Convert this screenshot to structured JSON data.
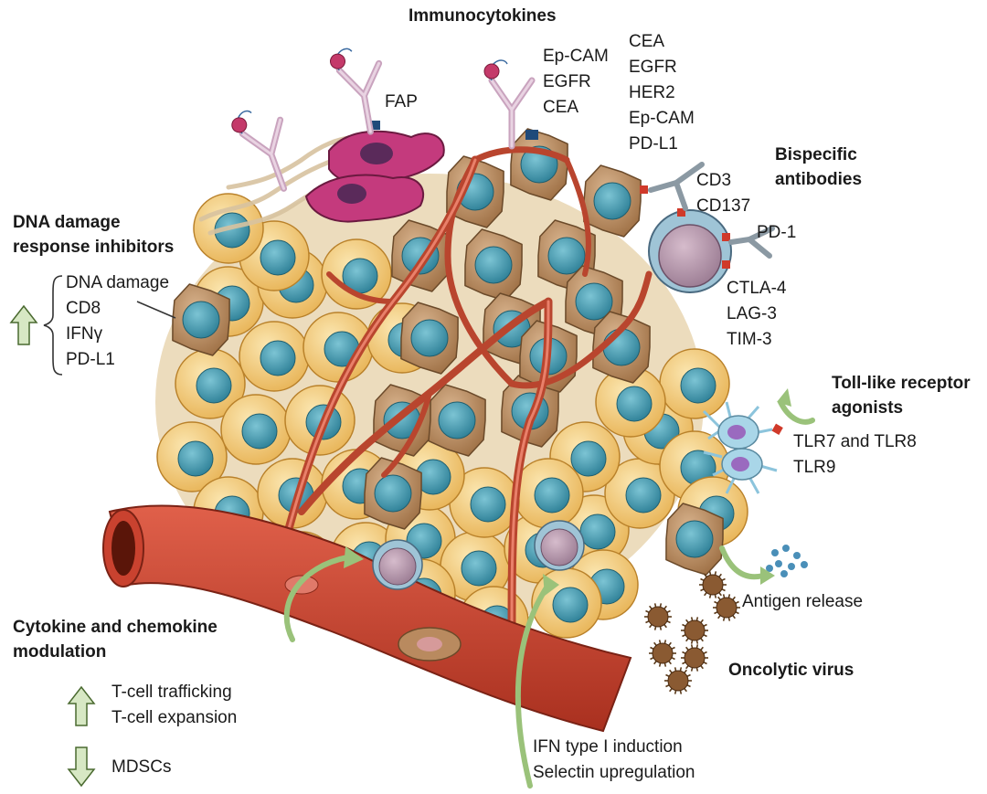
{
  "headings": {
    "immunocytokines": "Immunocytokines",
    "bispecific_line1": "Bispecific",
    "bispecific_line2": "antibodies",
    "ddr_line1": "DNA damage",
    "ddr_line2": "response inhibitors",
    "tlr_line1": "Toll-like receptor",
    "tlr_line2": "agonists",
    "cytokine_line1": "Cytokine and chemokine",
    "cytokine_line2": "modulation",
    "oncolytic": "Oncolytic virus"
  },
  "immunocytokine_targets": [
    "Ep-CAM",
    "EGFR",
    "CEA"
  ],
  "fap_label": "FAP",
  "bispecific_targets": [
    "CEA",
    "EGFR",
    "HER2",
    "Ep-CAM",
    "PD-L1"
  ],
  "tcell_targets": [
    "CD3",
    "CD137"
  ],
  "pd1_label": "PD-1",
  "checkpoints": [
    "CTLA-4",
    "LAG-3",
    "TIM-3"
  ],
  "ddr_effects": [
    "DNA damage",
    "CD8",
    "IFNγ",
    "PD-L1"
  ],
  "tlr_items": [
    "TLR7 and TLR8",
    "TLR9"
  ],
  "antigen_release": "Antigen release",
  "ifn_items": [
    "IFN type I induction",
    "Selectin upregulation"
  ],
  "cytokine_effects": {
    "up": [
      "T-cell trafficking",
      "T-cell expansion"
    ],
    "down": [
      "MDSCs"
    ]
  },
  "colors": {
    "tumor_cell": "#f3cf7f",
    "tumor_cell_edge": "#c48d2d",
    "nucleus": "#3f9ab0",
    "stromal_cell": "#b98a5f",
    "vessel": "#c9422f",
    "fibroblast": "#c43a7d",
    "tcell": "#b596ad",
    "tcell_ring": "#9fc4d6",
    "arrow_green": "#9ac27a",
    "dendritic": "#a9d6e8",
    "virus": "#8a5a32"
  }
}
